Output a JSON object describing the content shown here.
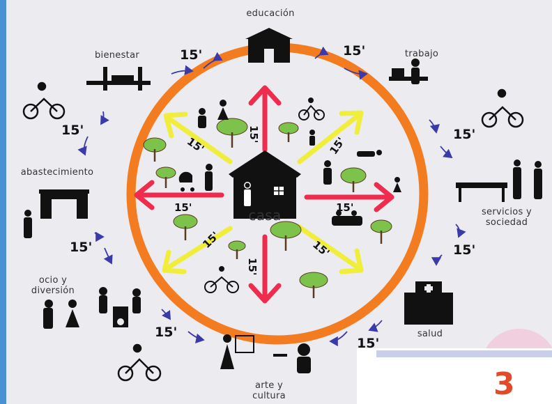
{
  "center": {
    "label": "casa"
  },
  "categories": {
    "educacion": "educación",
    "trabajo": "trabajo",
    "bienestar": "bienestar",
    "abastecimiento": "abastecimiento",
    "servicios": "servicios y\nsociedad",
    "ocio": "ocio y\ndiversión",
    "salud": "salud",
    "arte": "arte y\ncultura"
  },
  "time": "15'",
  "badge": "3",
  "colors": {
    "ring": "#f47c20",
    "arrow_red": "#ef2c4d",
    "arrow_yellow": "#f1ee3b",
    "curve": "#3a3aa8",
    "edge": "#4a90d4",
    "tree": "#7dc24b"
  }
}
